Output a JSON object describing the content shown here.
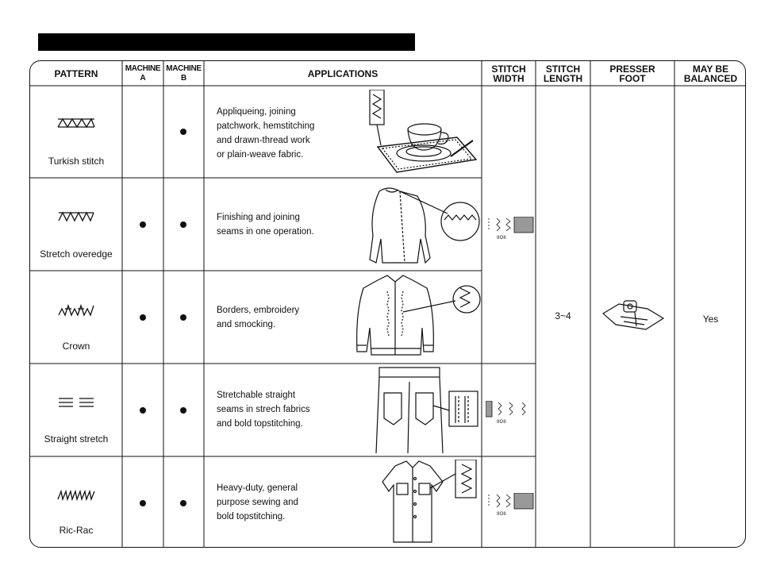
{
  "headers": {
    "pattern": "PATTERN",
    "machine_a_top": "MACHINE",
    "machine_a_bottom": "A",
    "machine_b_top": "MACHINE",
    "machine_b_bottom": "B",
    "applications": "APPLICATIONS",
    "stitch_width_top": "STITCH",
    "stitch_width_bottom": "WIDTH",
    "stitch_length_top": "STITCH",
    "stitch_length_bottom": "LENGTH",
    "presser_foot_top": "PRESSER",
    "presser_foot_bottom": "FOOT",
    "balanced_top": "MAY BE",
    "balanced_bottom": "BALANCED"
  },
  "rows": [
    {
      "name": "Turkish stitch",
      "machine_a": false,
      "machine_b": true,
      "application_lines": [
        "Appliqueing, joining",
        "patchwork, hemstitching",
        "and drawn-thread work",
        "or plain-weave fabric."
      ],
      "illustration": "teacup-on-placemat-icon"
    },
    {
      "name": "Stretch overedge",
      "machine_a": true,
      "machine_b": true,
      "application_lines": [
        "Finishing and joining",
        "seams in one operation."
      ],
      "illustration": "sweater-icon"
    },
    {
      "name": "Crown",
      "machine_a": true,
      "machine_b": true,
      "application_lines": [
        "Borders, embroidery",
        "and smocking."
      ],
      "illustration": "jacket-icon"
    },
    {
      "name": "Straight stretch",
      "machine_a": true,
      "machine_b": true,
      "application_lines": [
        "Stretchable straight",
        "seams in strech fabrics",
        "and bold topstitching."
      ],
      "illustration": "jeans-icon"
    },
    {
      "name": "Ric-Rac",
      "machine_a": true,
      "machine_b": true,
      "application_lines": [
        "Heavy-duty, general",
        "purpose sewing and",
        "bold topstitching."
      ],
      "illustration": "shirt-icon"
    }
  ],
  "stitch_length": "3~4",
  "may_be_balanced": "Yes",
  "presser_foot_icon": "presser-foot-icon",
  "dial_icon": "stitch-width-dial-icon"
}
